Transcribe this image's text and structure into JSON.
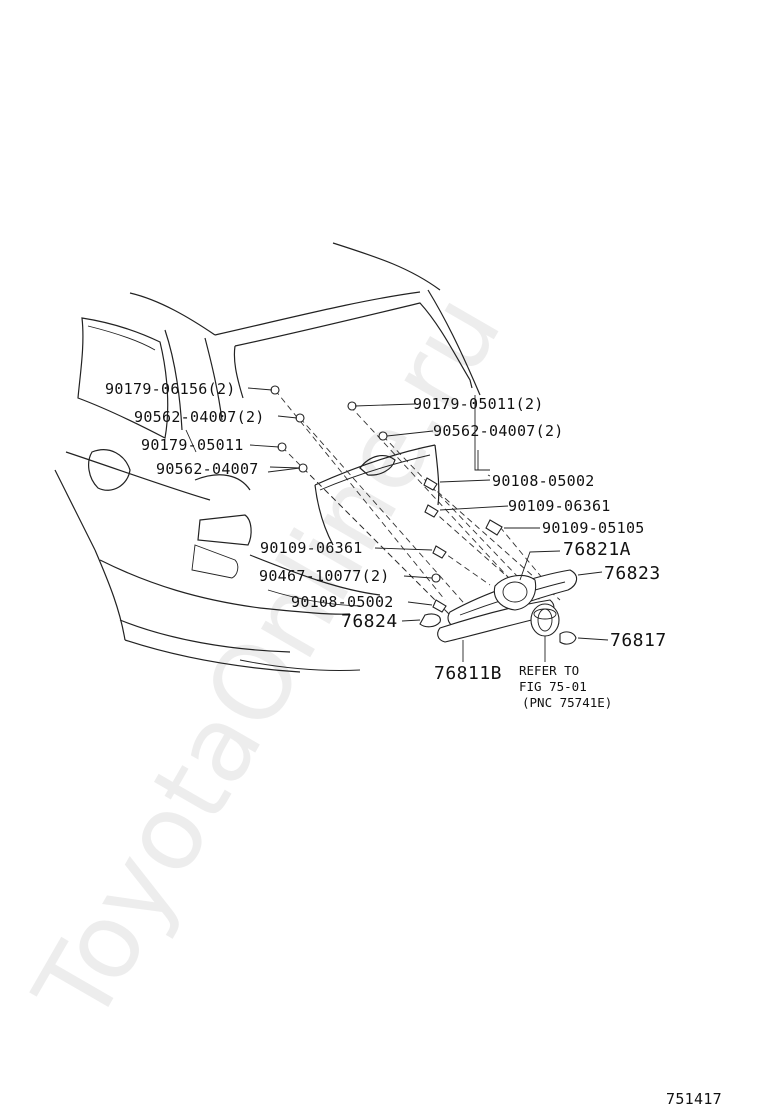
{
  "watermark": "ToyotaOnline.ru",
  "labels": {
    "p1": "90179-06156(2)",
    "p2": "90562-04007(2)",
    "p3": "90179-05011",
    "p4": "90562-04007",
    "p5": "90179-05011(2)",
    "p6": "90562-04007(2)",
    "p7": "90108-05002",
    "p8": "90109-06361",
    "p9": "90109-05105",
    "p10": "76821A",
    "p11": "90109-06361",
    "p12": "76823",
    "p13": "90467-10077(2)",
    "p14": "90108-05002",
    "p15": "76824",
    "p16": "76817",
    "p17": "76811B"
  },
  "refer": {
    "line1": "REFER TO",
    "line2": "FIG 75-01",
    "line3": "(PNC 75741E)"
  },
  "figure_number": "751417"
}
